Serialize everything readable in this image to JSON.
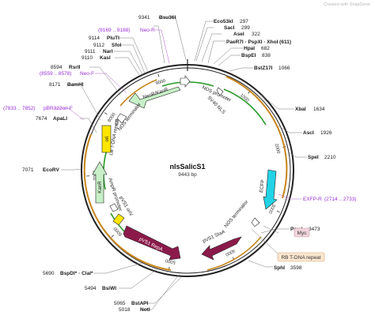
{
  "watermark": "Created with SnapGene",
  "plasmid": {
    "name": "nlsSalicS1",
    "length_bp": 9443,
    "length_label": "9443 bp",
    "backbone_color": "#222222",
    "ticks": [
      1000,
      2000,
      3000,
      4000,
      5000,
      6000,
      7000,
      8000,
      9000
    ]
  },
  "restriction_sites": [
    {
      "name": "Bsu36I",
      "pos": "9341",
      "side": "left"
    },
    {
      "name": "Eco53kI",
      "pos": "297",
      "side": "right"
    },
    {
      "name": "SacI",
      "pos": "299",
      "side": "right"
    },
    {
      "name": "AseI",
      "pos": "322",
      "side": "right"
    },
    {
      "name": "PaeR7I",
      "pos": "",
      "side": "right",
      "combined": "PaeR7I · PspXI · XhoI (611)"
    },
    {
      "name": "HpaI",
      "pos": "682",
      "side": "right"
    },
    {
      "name": "BspEI",
      "pos": "838",
      "side": "right"
    },
    {
      "name": "BstZ17I",
      "pos": "1066",
      "side": "right"
    },
    {
      "name": "XbaI",
      "pos": "1634",
      "side": "right"
    },
    {
      "name": "AscI",
      "pos": "1926",
      "side": "right"
    },
    {
      "name": "SpeI",
      "pos": "2210",
      "side": "right"
    },
    {
      "name": "PmeI",
      "pos": "3473",
      "side": "right"
    },
    {
      "name": "SphI",
      "pos": "3598",
      "side": "right"
    },
    {
      "name": "NotI",
      "pos": "5018",
      "side": "left"
    },
    {
      "name": "BstAPI",
      "pos": "5065",
      "side": "left"
    },
    {
      "name": "BsiWI",
      "pos": "5494",
      "side": "left"
    },
    {
      "name": "BspDI* · ClaI*",
      "pos": "5690",
      "side": "left"
    },
    {
      "name": "EcoRV",
      "pos": "7071",
      "side": "left"
    },
    {
      "name": "ApaLI",
      "pos": "7674",
      "side": "left"
    },
    {
      "name": "BamHI",
      "pos": "8171",
      "side": "left"
    },
    {
      "name": "RsrII",
      "pos": "8594",
      "side": "left"
    },
    {
      "name": "KasI",
      "pos": "9110",
      "side": "left"
    },
    {
      "name": "NarI",
      "pos": "9111",
      "side": "left"
    },
    {
      "name": "SfoI",
      "pos": "9112",
      "side": "left"
    },
    {
      "name": "PluTI",
      "pos": "9114",
      "side": "left"
    }
  ],
  "primers": [
    {
      "name": "Neo-R",
      "range": "(9169 .. 9188)"
    },
    {
      "name": "Neo-F",
      "range": "(8559 .. 8578)"
    },
    {
      "name": "pBR322ori-F",
      "range": "(7833 .. 7852)"
    },
    {
      "name": "EXFP-R",
      "range": "(2714 .. 2733)"
    }
  ],
  "features": [
    {
      "name": "NeoR/KanR",
      "color": "#c8f0c8"
    },
    {
      "name": "NOS promoter",
      "color": "#ffffff"
    },
    {
      "name": "SV40 NLS",
      "color": "#ffffff"
    },
    {
      "name": "NOS terminator",
      "color": "#ffffff"
    },
    {
      "name": "LB T-DNA repeat",
      "color": "#ffffff"
    },
    {
      "name": "ori",
      "color": "#ffe600"
    },
    {
      "name": "KanR",
      "color": "#c8f0c8"
    },
    {
      "name": "AmpR promoter",
      "color": "#ffffff"
    },
    {
      "name": "pVS1 oriV",
      "color": "#ffe600"
    },
    {
      "name": "pVS1 RepA",
      "color": "#8b1a4a"
    },
    {
      "name": "ECFP",
      "color": "#22d3e6"
    },
    {
      "name": "NOS terminator",
      "color": "#ffffff"
    },
    {
      "name": "pVS1 StaA",
      "color": "#8b1a4a"
    }
  ],
  "boxed_labels": [
    {
      "name": "Myc",
      "color": "#f0d4dc"
    },
    {
      "name": "RB T-DNA repeat",
      "color": "#fbe6cf"
    }
  ]
}
